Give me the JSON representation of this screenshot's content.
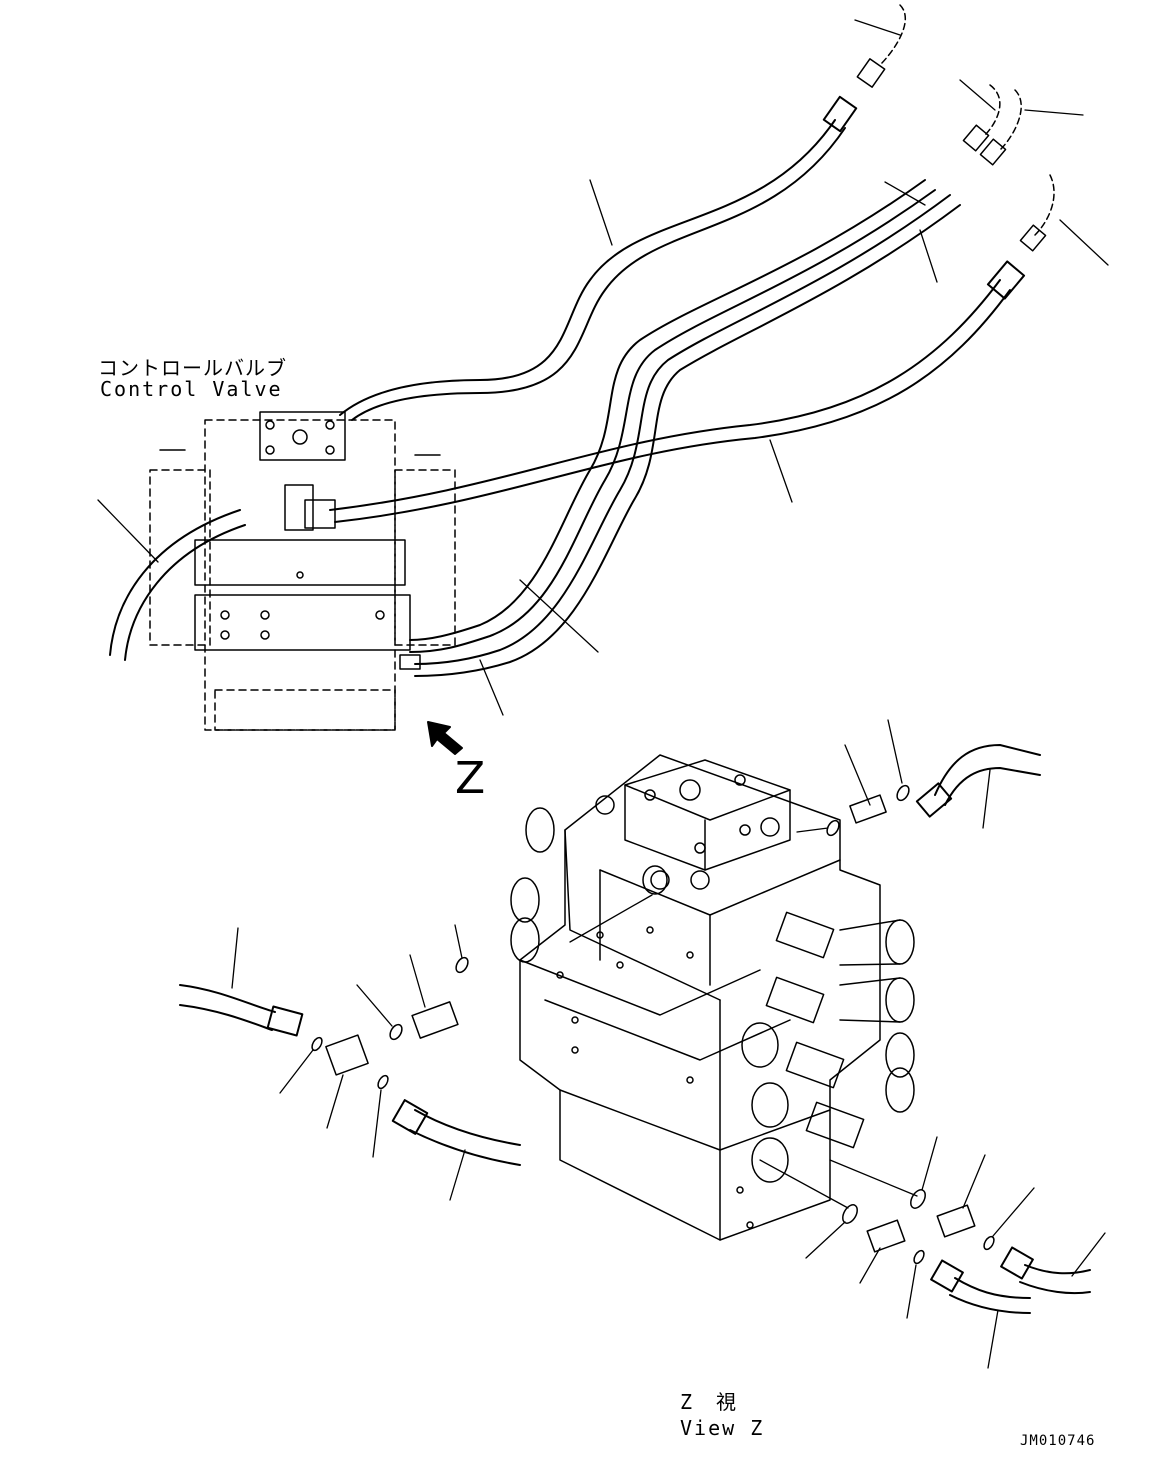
{
  "labels": {
    "control_valve_jp": "コントロールバルブ",
    "control_valve_en": "Control Valve",
    "view_marker": "Z",
    "view_title_jp": "Z　視",
    "view_title_en": "View Z",
    "drawing_code": "JM010746"
  },
  "colors": {
    "line": "#000000",
    "background": "#ffffff"
  }
}
